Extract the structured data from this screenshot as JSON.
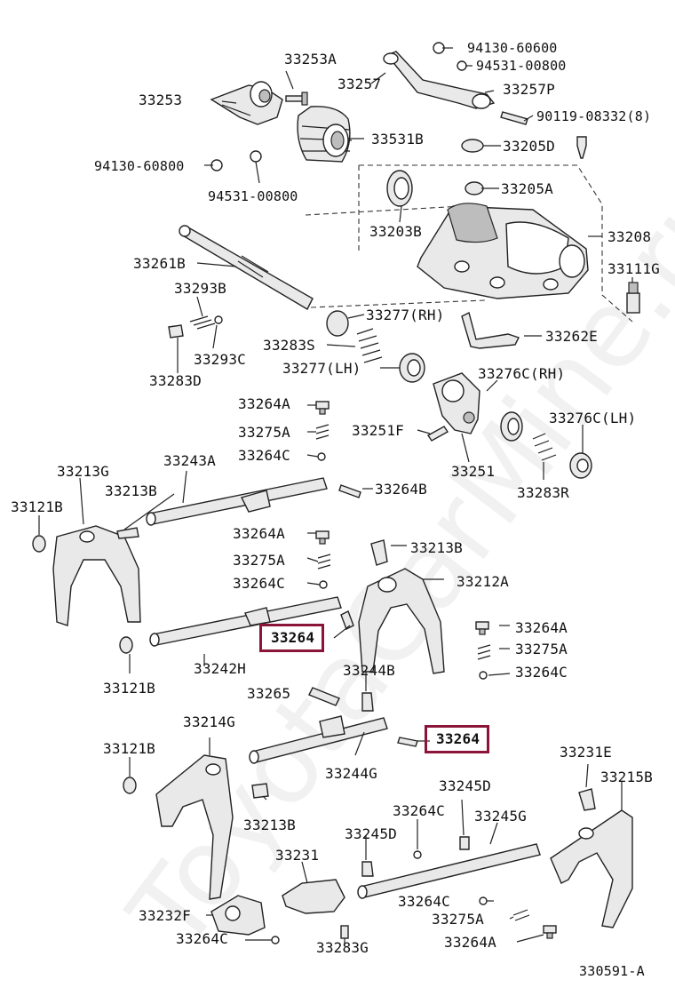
{
  "watermark": "ToyotaCarMine.ru",
  "diagram_id": "330591-A",
  "labels": {
    "p33253A": "33253A",
    "p33253": "33253",
    "p33257": "33257",
    "p94130a": "94130-60600",
    "p94531a": "94531-00800",
    "p33257P": "33257P",
    "p90119": "90119-08332(8)",
    "p33531B": "33531B",
    "p33205D": "33205D",
    "p94130b": "94130-60800",
    "p94531b": "94531-00800",
    "p33205A": "33205A",
    "p33203B": "33203B",
    "p33208": "33208",
    "p33261B": "33261B",
    "p33111G": "33111G",
    "p33293B": "33293B",
    "p33277RH": "33277(RH)",
    "p33262E": "33262E",
    "p33283S": "33283S",
    "p33293C": "33293C",
    "p33277LH": "33277(LH)",
    "p33283D": "33283D",
    "p33276CRH": "33276C(RH)",
    "p33264A_1": "33264A",
    "p33275A_1": "33275A",
    "p33251F": "33251F",
    "p33276CLH": "33276C(LH)",
    "p33264C_1": "33264C",
    "p33213G": "33213G",
    "p33243A": "33243A",
    "p33251": "33251",
    "p33213B_1": "33213B",
    "p33264B": "33264B",
    "p33283R": "33283R",
    "p33121B_1": "33121B",
    "p33264A_2": "33264A",
    "p33213B_2": "33213B",
    "p33275A_2": "33275A",
    "p33212A": "33212A",
    "p33264C_2": "33264C",
    "p33264_hl1": "33264",
    "p33264A_3": "33264A",
    "p33275A_3": "33275A",
    "p33242H": "33242H",
    "p33244B": "33244B",
    "p33264C_3": "33264C",
    "p33121B_2": "33121B",
    "p33265": "33265",
    "p33214G": "33214G",
    "p33264_hl2": "33264",
    "p33121B_3": "33121B",
    "p33231E": "33231E",
    "p33244G": "33244G",
    "p33215B": "33215B",
    "p33245D_1": "33245D",
    "p33264C_4": "33264C",
    "p33245G": "33245G",
    "p33213B_3": "33213B",
    "p33245D_2": "33245D",
    "p33231": "33231",
    "p33264C_5": "33264C",
    "p33232F": "33232F",
    "p33275A_4": "33275A",
    "p33264C_6": "33264C",
    "p33264A_4": "33264A",
    "p33283G": "33283G"
  },
  "colors": {
    "highlight_border": "#8a1538",
    "line": "#222222"
  }
}
